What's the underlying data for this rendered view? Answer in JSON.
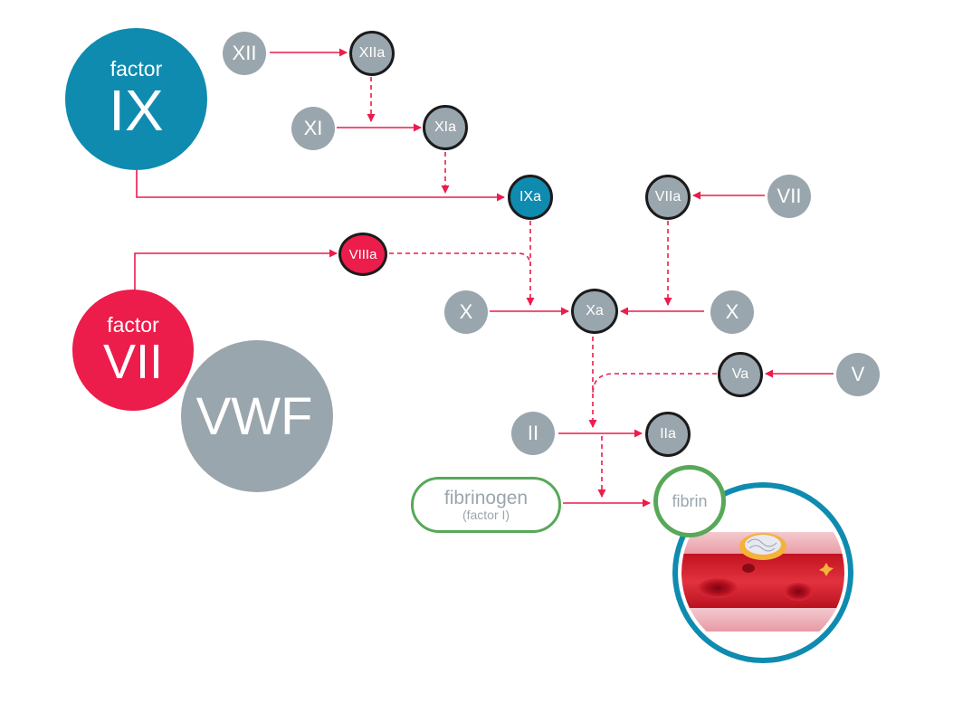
{
  "big": {
    "factor_ix": {
      "prefix": "factor",
      "label": "IX"
    },
    "factor_vii": {
      "prefix": "factor",
      "label": "VII"
    },
    "vwf": {
      "label": "VWF"
    }
  },
  "nodes": {
    "xii": "XII",
    "xiia": "XIIa",
    "xi": "XI",
    "xia": "XIa",
    "ixa": "IXa",
    "viia": "VIIa",
    "vii": "VII",
    "viiia": "VIIIa",
    "x_left": "X",
    "xa": "Xa",
    "x_right": "X",
    "va": "Va",
    "v": "V",
    "ii": "II",
    "iia": "IIa"
  },
  "fibrinogen": {
    "label": "fibrinogen",
    "sub": "(factor I)"
  },
  "fibrin": {
    "label": "fibrin"
  },
  "colors": {
    "arrow": "#ec1c4b",
    "grey": "#9aa6ad",
    "teal": "#0f8bb0",
    "red": "#ec1c4b",
    "green": "#58a85a",
    "outline": "#1b1b1b"
  }
}
